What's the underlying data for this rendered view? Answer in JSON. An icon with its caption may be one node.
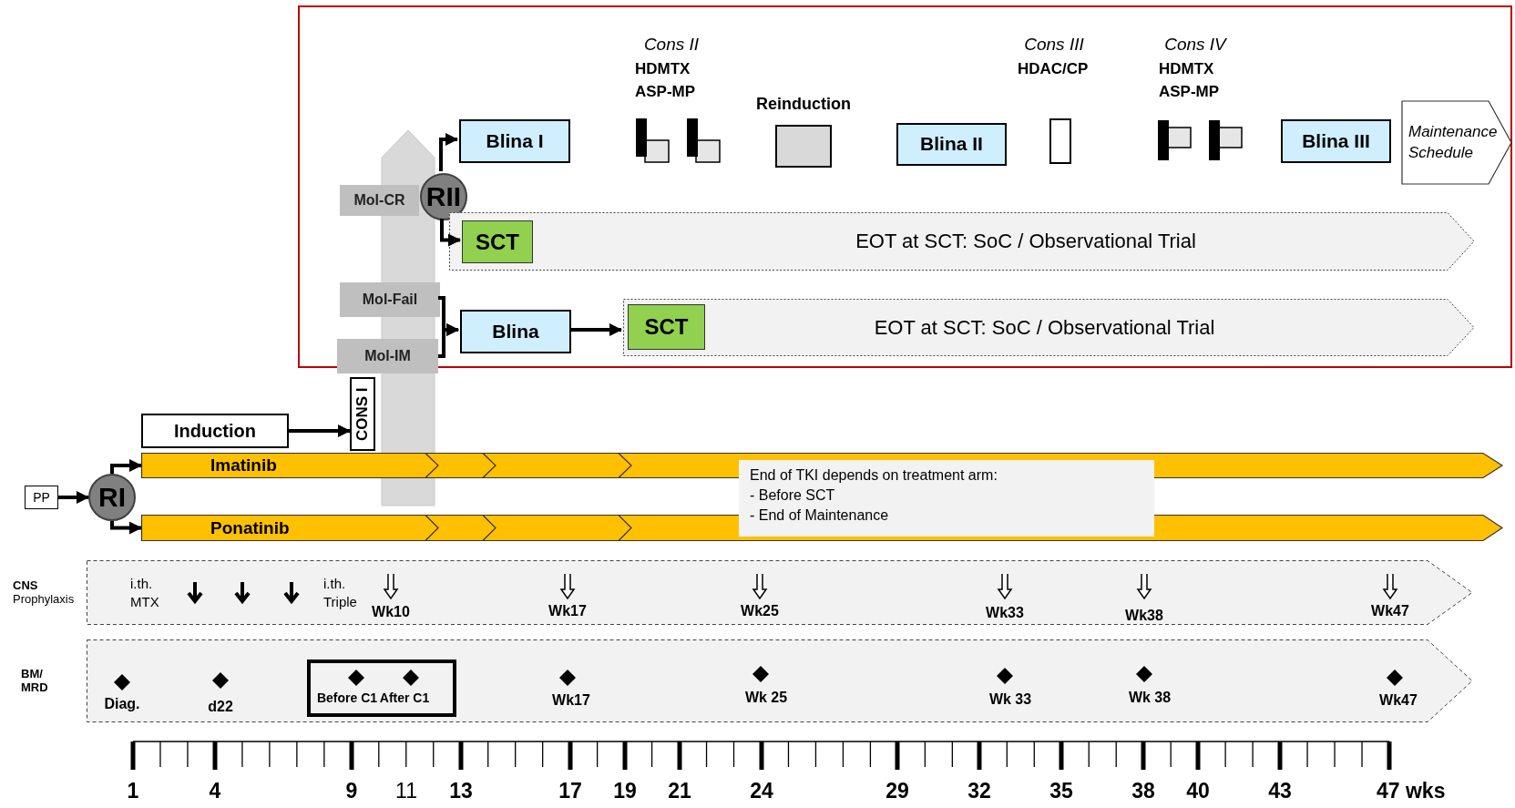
{
  "diagram": {
    "nodes": [
      {
        "text": [],
        "shape": "box"
      },
      {
        "text": [
          "Blina I"
        ],
        "in": 0
      },
      {
        "text": [
          "Cons II",
          "HDMTX ASP-MP"
        ],
        "in": 0
      },
      {
        "text": [
          "Reinduction"
        ],
        "in": 0
      },
      {
        "text": [
          "Blina II"
        ],
        "in": 0
      },
      {
        "text": [
          "Cons III",
          "HDAC/CP"
        ],
        "in": 0
      },
      {
        "text": [
          "Cons IV",
          "HDMTX ASP-MP"
        ],
        "in": 0
      },
      {
        "text": [
          "Blina III"
        ],
        "in": 0
      },
      {
        "text": [
          "Maintenance Schedule"
        ],
        "in": 0
      },
      {
        "text": [
          "RII"
        ],
        "in": 0
      },
      {
        "text": [
          "Mol-CR"
        ],
        "in": 0
      },
      {
        "text": [
          "EOT at SCT: SoC / Observational Trial"
        ],
        "in": 0
      },
      {
        "text": [
          "SCT"
        ],
        "in": 11
      },
      {
        "text": [
          "Mol-Fail"
        ],
        "in": 0
      },
      {
        "text": [
          "Mol-IM"
        ]
      },
      {
        "text": [
          "Blina"
        ],
        "in": 0
      },
      {
        "text": [
          "EOT at SCT: SoC / Observational Trial"
        ],
        "in": 0
      },
      {
        "text": [
          "SCT"
        ],
        "in": 16
      },
      {
        "text": [],
        "shape": "arrow"
      },
      {
        "text": [
          "Induction"
        ]
      },
      {
        "text": [
          "CONS I"
        ]
      },
      {
        "text": [
          "PP"
        ]
      },
      {
        "text": [
          "RI"
        ]
      },
      {
        "text": [
          "Imatinib"
        ]
      },
      {
        "text": [
          "Ponatinib"
        ]
      },
      {
        "text": [
          "End of TKI depends on treatment arm:",
          "- Before SCT",
          "- End of Maintenance"
        ]
      },
      {
        "text": [
          "**CNS** Prophylaxis"
        ]
      },
      {
        "text": [
          "BM/ MRD"
        ]
      },
      {
        "text": [
          "Before C1",
          "After C1"
        ],
        "in": 27
      }
    ],
    "edges": [
      {
        "from": 9,
        "to": 1,
        "arrow": "to"
      },
      {
        "from": 9,
        "to": 12,
        "arrow": "to"
      },
      {
        "from": 13,
        "to": 15,
        "arrow": "to"
      },
      {
        "from": 14,
        "to": 15,
        "arrow": "to"
      },
      {
        "from": 15,
        "to": 16,
        "arrow": "to"
      },
      {
        "from": 19,
        "to": 20,
        "arrow": "to"
      },
      {
        "from": 21,
        "to": 22,
        "arrow": "to"
      },
      {
        "from": 22,
        "to": 23,
        "arrow": "to"
      },
      {
        "from": 22,
        "to": 24,
        "arrow": "to"
      }
    ],
    "labels": [
      "i.th. MTX",
      "i.th. Triple",
      "Wk10",
      "Wk17",
      "Wk25",
      "Wk33",
      "Wk38",
      "Wk47",
      "Diag.",
      "d22",
      "Wk17",
      "Wk 25",
      "Wk 33",
      "Wk 38",
      "Wk47",
      "1",
      "4",
      "9",
      "11",
      "13",
      "17",
      "19",
      "21",
      "24",
      "29",
      "32",
      "35",
      "38",
      "40",
      "43",
      "47 wks"
    ]
  }
}
